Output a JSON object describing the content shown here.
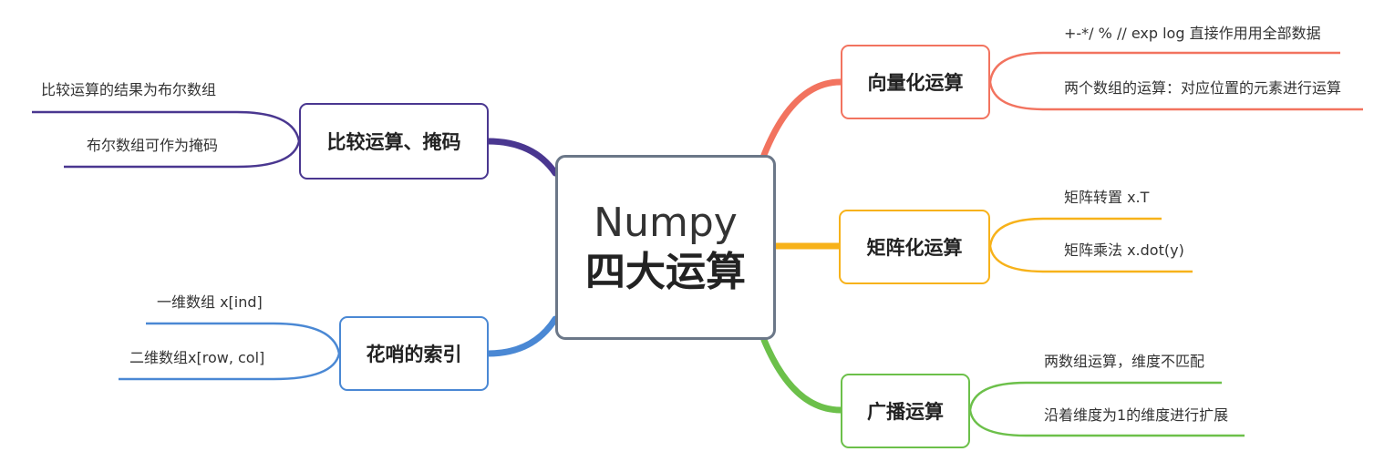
{
  "root": {
    "title": "Numpy",
    "subtitle": "四大运算"
  },
  "branches": {
    "vector": {
      "label": "向量化运算",
      "color": "#f2735f",
      "leaves": [
        "+-*/  % // exp log   直接作用用全部数据",
        "两个数组的运算：对应位置的元素进行运算"
      ]
    },
    "matrix": {
      "label": "矩阵化运算",
      "color": "#f7b21a",
      "leaves": [
        "矩阵转置 x.T",
        "矩阵乘法 x.dot(y)"
      ]
    },
    "broadcast": {
      "label": "广播运算",
      "color": "#6cc04a",
      "leaves": [
        "两数组运算，维度不匹配",
        "沿着维度为1的维度进行扩展"
      ]
    },
    "compare": {
      "label": "比较运算、掩码",
      "color": "#4a3790",
      "leaves": [
        "比较运算的结果为布尔数组",
        "布尔数组可作为掩码"
      ]
    },
    "fancy": {
      "label": "花哨的索引",
      "color": "#4a88d4",
      "leaves": [
        "一维数组 x[ind]",
        "二维数组x[row, col]"
      ]
    }
  }
}
